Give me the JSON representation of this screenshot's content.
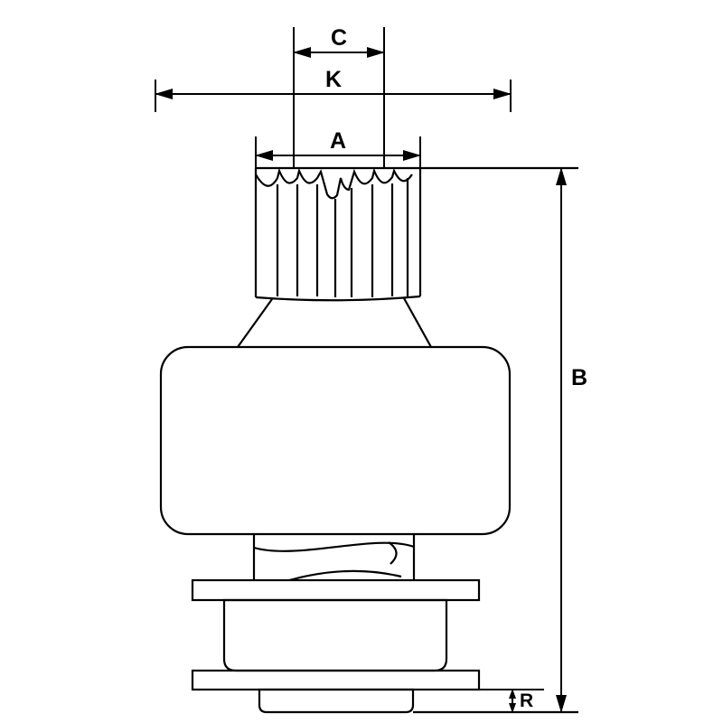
{
  "figure": {
    "kind": "technical-dimension-drawing",
    "background_color": "#ffffff",
    "stroke_color": "#000000",
    "labels": {
      "c": "C",
      "k": "K",
      "a": "A",
      "b": "B",
      "r": "R"
    }
  }
}
